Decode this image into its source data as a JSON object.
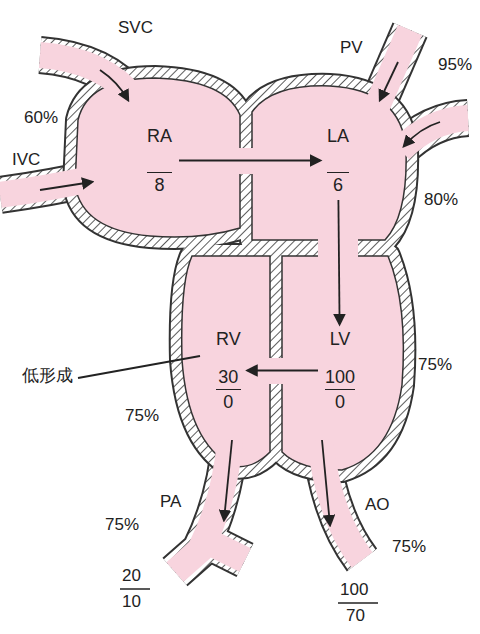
{
  "diagram": {
    "nodes": [
      {
        "text": [
          "RA",
          "8"
        ]
      },
      {
        "text": [
          "LA",
          "6"
        ]
      },
      {
        "text": [
          "RV",
          "30",
          "0"
        ]
      },
      {
        "text": [
          "LV",
          "100",
          "0"
        ]
      }
    ],
    "edges": [
      {
        "from": 0,
        "to": 1,
        "arrow": "to"
      },
      {
        "from": 1,
        "to": 3,
        "arrow": "to"
      },
      {
        "from": 3,
        "to": 2,
        "arrow": "to"
      }
    ],
    "labels": [
      "SVC",
      "60%",
      "IVC",
      "PV",
      "95%",
      "80%",
      "低形成",
      "75%",
      "75%",
      "PA",
      "75%",
      "20",
      "10",
      "AO",
      "75%",
      "100",
      "70"
    ]
  }
}
